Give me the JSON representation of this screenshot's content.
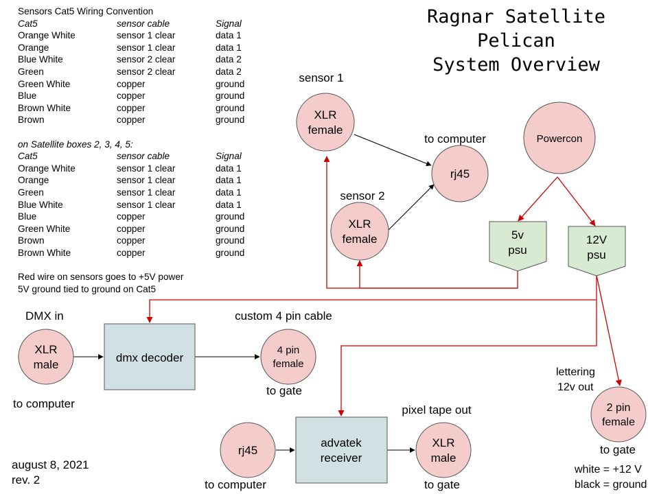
{
  "title": {
    "line1": "Ragnar Satellite",
    "line2": "Pelican",
    "line3": "System Overview"
  },
  "wiring_convention": {
    "heading": "Sensors Cat5 Wiring Convention",
    "columns": [
      "Cat5",
      "sensor cable",
      "Signal"
    ],
    "rows": [
      [
        "Orange White",
        "sensor 1 clear",
        "data 1"
      ],
      [
        "Orange",
        "sensor 1 clear",
        "data 1"
      ],
      [
        "Blue White",
        "sensor 2 clear",
        "data 2"
      ],
      [
        "Green",
        "sensor 2 clear",
        "data 2"
      ],
      [
        "Green White",
        "copper",
        "ground"
      ],
      [
        "Blue",
        "copper",
        "ground"
      ],
      [
        "Brown White",
        "copper",
        "ground"
      ],
      [
        "Brown",
        "copper",
        "ground"
      ]
    ]
  },
  "satellite_boxes": {
    "heading": "on Satellite boxes 2, 3, 4, 5:",
    "columns": [
      "Cat5",
      "sensor cable",
      "Signal"
    ],
    "rows": [
      [
        "Orange White",
        "sensor 1 clear",
        "data 1"
      ],
      [
        "Orange",
        "sensor 1 clear",
        "data 1"
      ],
      [
        "Green",
        "sensor 1 clear",
        "data 1"
      ],
      [
        "Blue White",
        "sensor 1 clear",
        "data 1"
      ],
      [
        "Blue",
        "copper",
        "ground"
      ],
      [
        "Green White",
        "copper",
        "ground"
      ],
      [
        "Brown",
        "copper",
        "ground"
      ],
      [
        "Brown White",
        "copper",
        "ground"
      ]
    ]
  },
  "notes": {
    "line1": "Red wire on sensors goes to +5V power",
    "line2": "5V ground tied to ground on Cat5"
  },
  "nodes": {
    "sensor1": {
      "caption": "sensor 1",
      "line1": "XLR",
      "line2": "female"
    },
    "sensor2": {
      "caption": "sensor 2",
      "line1": "XLR",
      "line2": "female"
    },
    "rj45_top": {
      "caption": "to computer",
      "label": "rj45"
    },
    "powercon": {
      "label": "Powercon"
    },
    "psu5": {
      "line1": "5v",
      "line2": "psu"
    },
    "psu12": {
      "line1": "12V",
      "line2": "psu"
    },
    "dmx_in": {
      "caption_top": "DMX in",
      "line1": "XLR",
      "line2": "male",
      "caption_bottom": "to computer"
    },
    "dmx_decoder": {
      "label": "dmx decoder"
    },
    "pin4": {
      "caption_top": "custom 4 pin cable",
      "line1": "4 pin",
      "line2": "female",
      "caption_bottom": "to gate"
    },
    "rj45_bottom": {
      "label": "rj45",
      "caption_bottom": "to computer"
    },
    "advatek": {
      "line1": "advatek",
      "line2": "receiver"
    },
    "xlr_out": {
      "caption_top": "pixel tape out",
      "line1": "XLR",
      "line2": "male",
      "caption_bottom": "to gate"
    },
    "pin2": {
      "caption_top1": "lettering",
      "caption_top2": "12v out",
      "line1": "2 pin",
      "line2": "female",
      "caption_bottom": "to gate"
    }
  },
  "legend": {
    "line1": "white = +12 V",
    "line2": "black = ground"
  },
  "footer": {
    "date": "august 8, 2021",
    "rev": "rev. 2"
  },
  "colors": {
    "node_fill": "#f4cccc",
    "node_stroke": "#555555",
    "box_fill": "#d0e0e3",
    "psu_fill": "#d9ead3",
    "power_wire": "#cc0000",
    "data_wire": "#000000"
  }
}
